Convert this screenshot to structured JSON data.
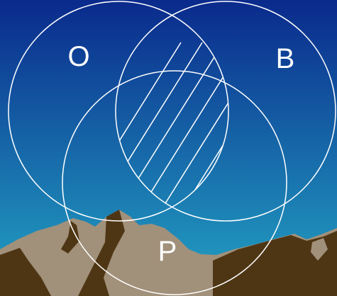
{
  "diagram": {
    "type": "venn",
    "set_count": 3,
    "sets": [
      {
        "id": "O",
        "label": "O"
      },
      {
        "id": "B",
        "label": "B"
      },
      {
        "id": "P",
        "label": "P"
      }
    ],
    "shaded_region": {
      "sets": [
        "O",
        "B"
      ],
      "pattern": "diagonal-hatch"
    },
    "colors": {
      "sky_top": "#0a2a8c",
      "sky_bottom": "#23a4c4",
      "outline": "#ffffff",
      "mountain_light": "#a1907a",
      "mountain_dark": "#4e3614"
    }
  }
}
